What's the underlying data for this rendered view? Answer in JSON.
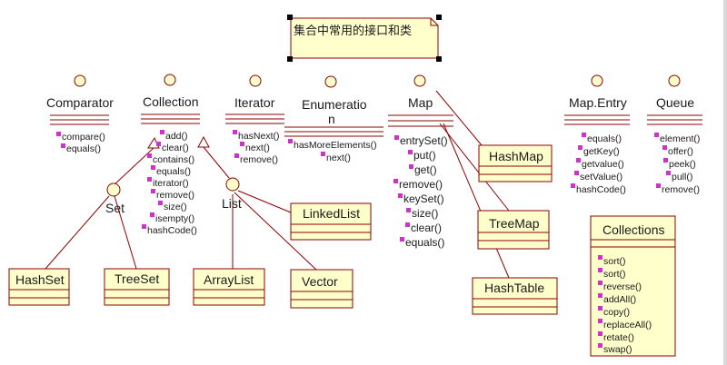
{
  "note": {
    "text": "集合中常用的接口和类"
  },
  "interfaces": [
    {
      "id": "comparator",
      "name": "Comparator",
      "methods": [
        "compare()",
        "equals()"
      ]
    },
    {
      "id": "collection",
      "name": "Collection",
      "methods": [
        "add()",
        "clear()",
        "contains()",
        "equals()",
        "iterator()",
        "remove()",
        "size()",
        "isempty()",
        "hashCode()"
      ]
    },
    {
      "id": "iterator",
      "name": "Iterator",
      "methods": [
        "hasNext()",
        "next()",
        "remove()"
      ]
    },
    {
      "id": "enumeration",
      "name_line1": "Enumeratio",
      "name_line2": "n",
      "methods": [
        "hasMoreElements()",
        "next()"
      ]
    },
    {
      "id": "map",
      "name": "Map",
      "methods": [
        "entrySet()",
        "put()",
        "get()",
        "remove()",
        "keySet()",
        "size()",
        "clear()",
        "equals()"
      ]
    },
    {
      "id": "mapentry",
      "name": "Map.Entry",
      "methods": [
        "equals()",
        "getKey()",
        "getvalue()",
        "setValue()",
        "hashCode()"
      ]
    },
    {
      "id": "queue",
      "name": "Queue",
      "methods": [
        "element()",
        "offer()",
        "peek()",
        "pull()",
        "remove()"
      ]
    },
    {
      "id": "set",
      "name": "Set"
    },
    {
      "id": "list",
      "name": "List"
    }
  ],
  "classes": [
    {
      "id": "hashset",
      "name": "HashSet"
    },
    {
      "id": "treeset",
      "name": "TreeSet"
    },
    {
      "id": "arraylist",
      "name": "ArrayList"
    },
    {
      "id": "vector",
      "name": "Vector"
    },
    {
      "id": "linkedlist",
      "name": "LinkedList"
    },
    {
      "id": "hashmap",
      "name": "HashMap"
    },
    {
      "id": "treemap",
      "name": "TreeMap"
    },
    {
      "id": "hashtable",
      "name": "HashTable"
    },
    {
      "id": "collections",
      "name": "Collections",
      "methods": [
        "sort()",
        "sort()",
        "reverse()",
        "addAll()",
        "copy()",
        "replaceAll()",
        "retate()",
        "swap()"
      ]
    }
  ],
  "colors": {
    "box_fill": "#ffffcc",
    "box_border": "#8b0000",
    "line": "#8b0000",
    "bullet": "#cc33cc",
    "text": "#1a1a1a"
  }
}
